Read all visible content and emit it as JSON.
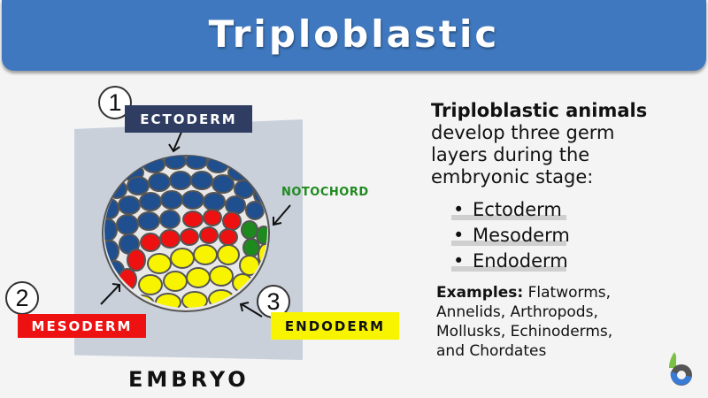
{
  "header": {
    "title": "Triploblastic",
    "background_color": "#3f78bf"
  },
  "diagram": {
    "caption": "EMBRYO",
    "labels": [
      {
        "number": "1",
        "text": "ECTODERM",
        "color": "#2f3d62",
        "text_color": "#ffffff"
      },
      {
        "number": "2",
        "text": "MESODERM",
        "color": "#ee1111",
        "text_color": "#ffffff"
      },
      {
        "number": "3",
        "text": "ENDODERM",
        "color": "#f8f400",
        "text_color": "#111111"
      }
    ],
    "notochord_label": "NOTOCHORD",
    "notochord_color": "#1e8a1e",
    "cell_colors": {
      "ectoderm": "#1f4f8f",
      "mesoderm": "#ee1111",
      "endoderm": "#f8f400",
      "notochord": "#1e8a1e"
    }
  },
  "description": {
    "heading": "Triploblastic animals",
    "text": "develop three germ layers during the embryonic stage:",
    "lines": [
      "develop three germ",
      "layers during the",
      "embryonic stage:"
    ],
    "layers": [
      "Ectoderm",
      "Mesoderm",
      "Endoderm"
    ]
  },
  "examples": {
    "label": "Examples:",
    "lines": [
      "Flatworms,",
      "Annelids, Arthropods,",
      "Mollusks, Echinoderms,",
      "and Chordates"
    ]
  },
  "logo": {
    "icon": "biology-dictionary-logo-icon"
  }
}
